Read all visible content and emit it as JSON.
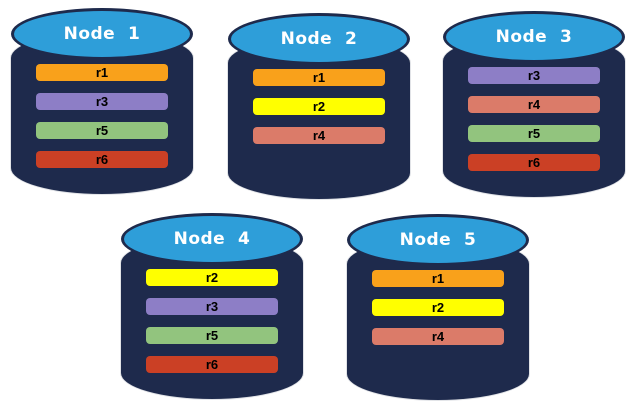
{
  "diagram": {
    "background": "#ffffff"
  },
  "nodes": [
    {
      "label": "Node  1",
      "replicas": [
        "r1",
        "r3",
        "r5",
        "r6"
      ]
    },
    {
      "label": "Node  2",
      "replicas": [
        "r1",
        "r2",
        "r4"
      ]
    },
    {
      "label": "Node  3",
      "replicas": [
        "r3",
        "r4",
        "r5",
        "r6"
      ]
    },
    {
      "label": "Node  4",
      "replicas": [
        "r2",
        "r3",
        "r5",
        "r6"
      ]
    },
    {
      "label": "Node  5",
      "replicas": [
        "r1",
        "r2",
        "r4"
      ]
    }
  ],
  "colors": {
    "background": "#ffffff",
    "cylinder_body": "#1e2a4c",
    "cylinder_top_fill": "#2e9ed9",
    "cylinder_top_border": "#1e2a4c",
    "node_label_text": "#ffffff",
    "bar_text": "#000000",
    "replica_colors": {
      "r1": "#f9a11b",
      "r2": "#ffff00",
      "r3": "#8d7ec6",
      "r4": "#db7b69",
      "r5": "#92c47e",
      "r6": "#cb4025"
    }
  }
}
